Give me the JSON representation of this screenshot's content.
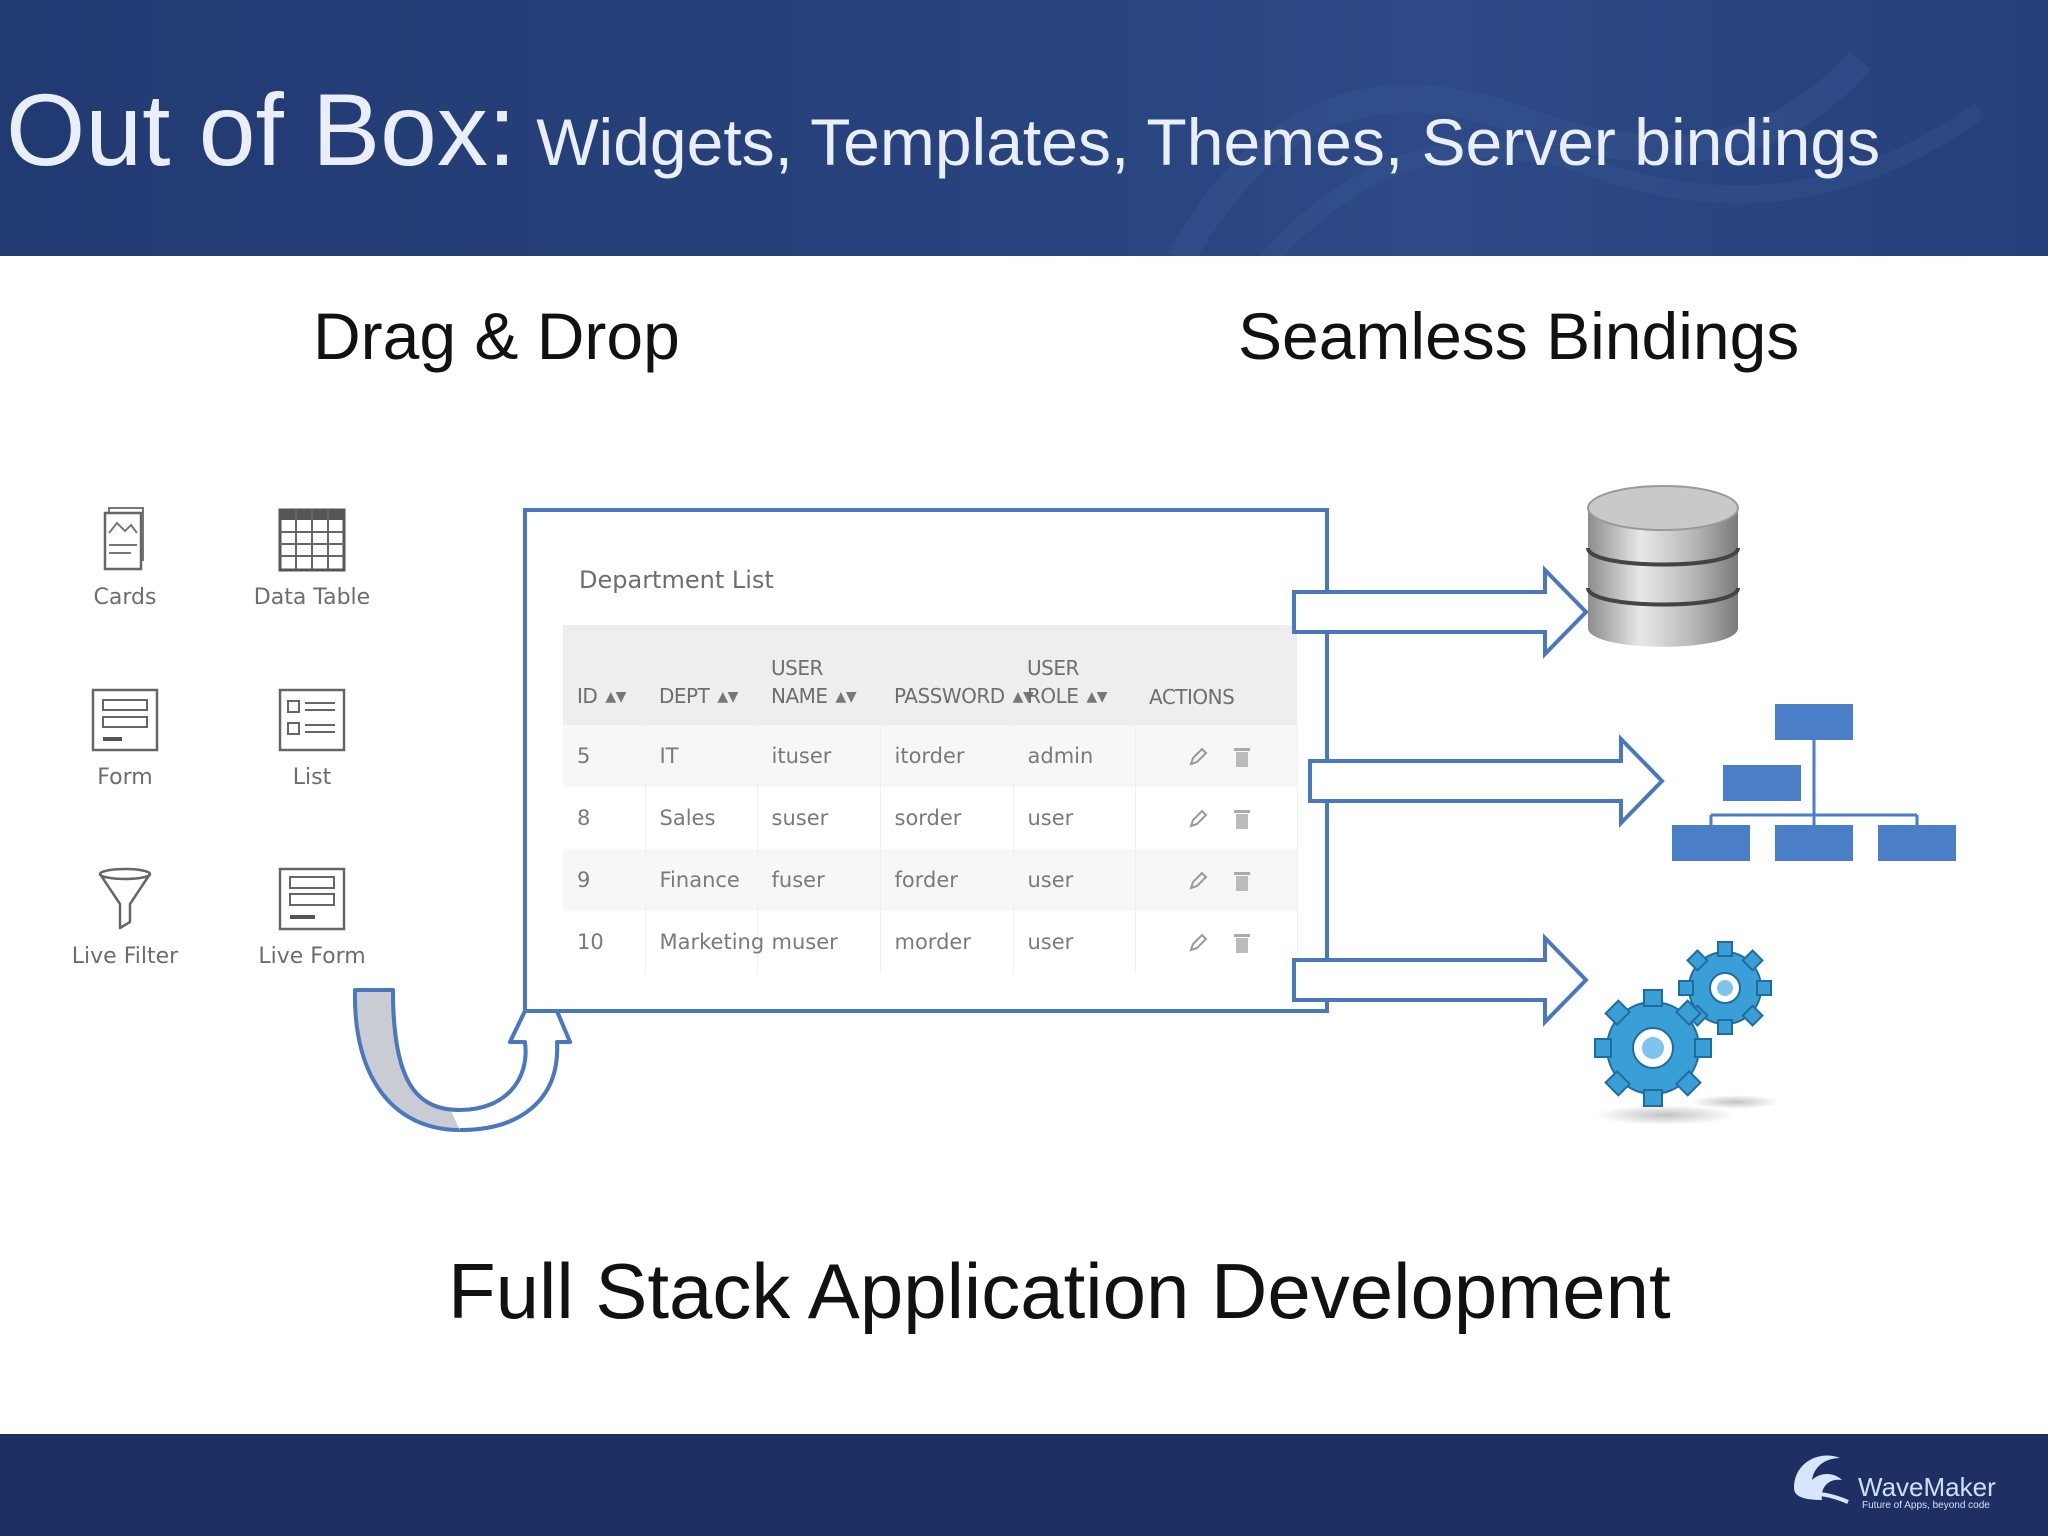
{
  "header": {
    "title_main": "Out of Box:",
    "title_sub": "Widgets, Templates, Themes, Server bindings"
  },
  "sections": {
    "left_heading": "Drag & Drop",
    "right_heading": "Seamless Bindings"
  },
  "widgets": [
    {
      "label": "Cards",
      "icon": "cards-icon"
    },
    {
      "label": "Data Table",
      "icon": "data-table-icon"
    },
    {
      "label": "Form",
      "icon": "form-icon"
    },
    {
      "label": "List",
      "icon": "list-icon"
    },
    {
      "label": "Live Filter",
      "icon": "funnel-icon"
    },
    {
      "label": "Live Form",
      "icon": "live-form-icon"
    }
  ],
  "department_table": {
    "caption": "Department List",
    "columns": [
      {
        "line1": "",
        "line2": "ID",
        "sortable": true
      },
      {
        "line1": "",
        "line2": "DEPT",
        "sortable": true
      },
      {
        "line1": "USER",
        "line2": "NAME",
        "sortable": true
      },
      {
        "line1": "",
        "line2": "PASSWORD",
        "sortable": true
      },
      {
        "line1": "USER",
        "line2": "ROLE",
        "sortable": true
      },
      {
        "line1": "",
        "line2": "ACTIONS",
        "sortable": false
      }
    ],
    "rows": [
      [
        "5",
        "IT",
        "ituser",
        "itorder",
        "admin"
      ],
      [
        "8",
        "Sales",
        "suser",
        "sorder",
        "user"
      ],
      [
        "9",
        "Finance",
        "fuser",
        "forder",
        "user"
      ],
      [
        "10",
        "Marketing",
        "muser",
        "morder",
        "user"
      ]
    ],
    "row_actions": [
      "edit-icon",
      "delete-icon"
    ]
  },
  "bindings": [
    "database-icon",
    "org-chart-icon",
    "gears-icon"
  ],
  "caption": "Full Stack Application Development",
  "brand": {
    "name": "WaveMaker",
    "tagline": "Future of Apps, beyond code"
  },
  "colors": {
    "header_bg": "#27427c",
    "footer_bg": "#1e3063",
    "frame_blue": "#4a78bf",
    "chart_blue": "#4a7ec6",
    "gear_blue": "#3a9fd6"
  }
}
